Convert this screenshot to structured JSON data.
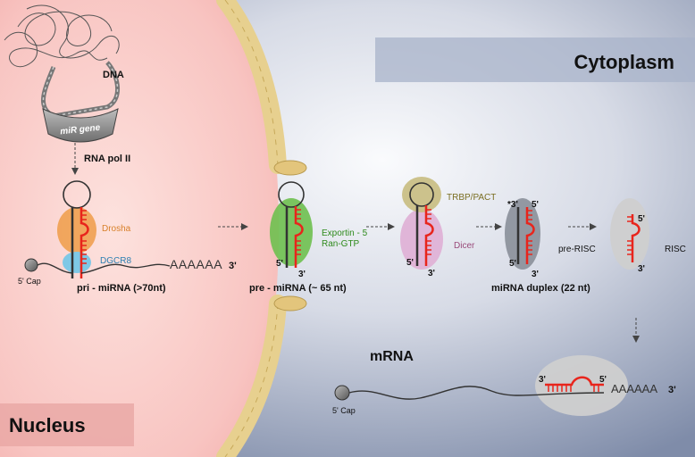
{
  "regions": {
    "nucleus": "Nucleus",
    "cytoplasm": "Cytoplasm"
  },
  "labels": {
    "dna": "DNA",
    "mir_gene": "miR gene",
    "rna_pol": "RNA pol II",
    "drosha": "Drosha",
    "dgcr8": "DGCR8",
    "polya": "AAAAAA",
    "three_prime": "3'",
    "five_prime": "5'",
    "cap": "5' Cap",
    "pri_mirna": "pri - miRNA (>70nt)",
    "exportin": "Exportin - 5",
    "ran_gtp": "Ran-GTP",
    "pre_mirna": "pre - miRNA (~ 65 nt)",
    "trbp": "TRBP/PACT",
    "dicer": "Dicer",
    "star_three_prime": "*3'",
    "duplex": "miRNA duplex (22 nt)",
    "pre_risc": "pre-RISC",
    "risc": "RISC",
    "mrna": "mRNA",
    "mrna_polya": "AAAAAA"
  },
  "colors": {
    "nucleus": "#f6b9b6",
    "cytoplasm": "#8c9ab7",
    "membrane": "#e6cf8d",
    "strand_dark": "#444444",
    "strand_red": "#e8251c",
    "drosha": "#f0a050",
    "dgcr8": "#7ec8e6",
    "exportin": "#6ec04f",
    "trbp": "#c9bf86",
    "dicer": "#dfb2d6",
    "duplex": "#8a8f99",
    "risc": "#cfcfcf",
    "green_text": "#2e8a1c",
    "trbp_text": "#7a6e22",
    "drosha_text": "#d8802a",
    "dgcr8_text": "#2b7fb2",
    "dicer_text": "#9a4a7a"
  }
}
